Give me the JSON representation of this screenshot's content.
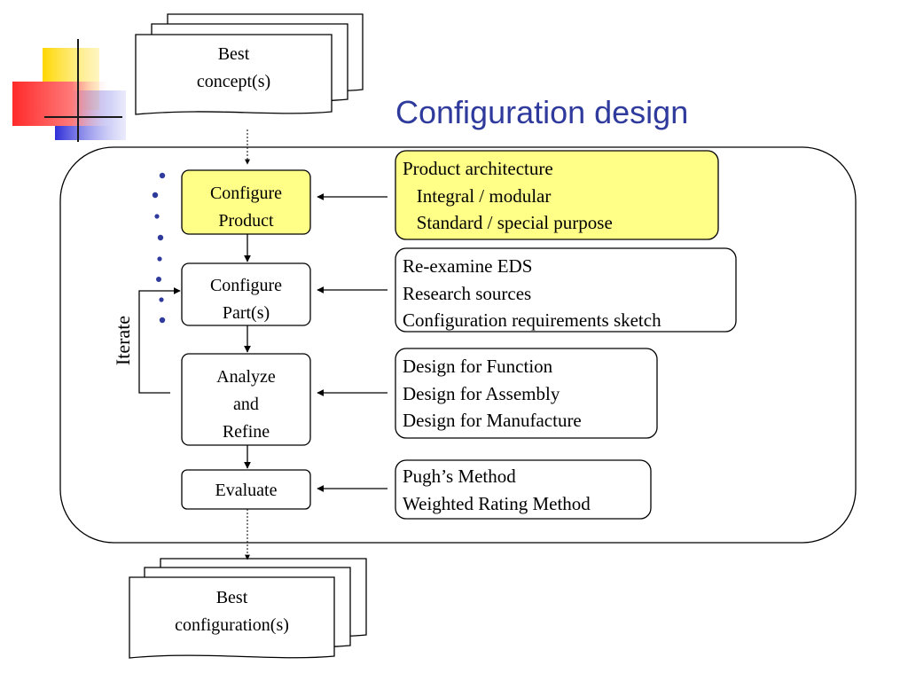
{
  "title": "Configuration design",
  "input_doc": {
    "lines": [
      "Best",
      "concept(s)"
    ]
  },
  "output_doc": {
    "lines": [
      "Best",
      "configuration(s)"
    ]
  },
  "iterate_label": "Iterate",
  "process_steps": [
    {
      "lines": [
        "Configure",
        "Product"
      ],
      "highlight": "#ffff88"
    },
    {
      "lines": [
        "Configure",
        "Part(s)"
      ],
      "highlight": "#ffffff"
    },
    {
      "lines": [
        "Analyze",
        "and",
        "Refine"
      ],
      "highlight": "#ffffff"
    },
    {
      "lines": [
        "Evaluate"
      ],
      "highlight": "#ffffff"
    }
  ],
  "detail_boxes": [
    {
      "lines": [
        "Product architecture",
        "   Integral / modular",
        "   Standard / special purpose"
      ],
      "highlight": "#ffff88"
    },
    {
      "lines": [
        "Re-examine EDS",
        "Research sources",
        "Configuration requirements sketch"
      ],
      "highlight": "#ffffff"
    },
    {
      "lines": [
        "Design for Function",
        "Design for Assembly",
        "Design for Manufacture"
      ],
      "highlight": "#ffffff"
    },
    {
      "lines": [
        "Pugh’s Method",
        "Weighted Rating Method"
      ],
      "highlight": "#ffffff"
    }
  ],
  "colors": {
    "title": "#2f3a9d",
    "accent_yellow": "#ffff88",
    "deco_yellow": "#ffd700",
    "deco_red": "#ff3030",
    "deco_blue": "#3a3ad0",
    "dots": "#2f3a9d"
  }
}
